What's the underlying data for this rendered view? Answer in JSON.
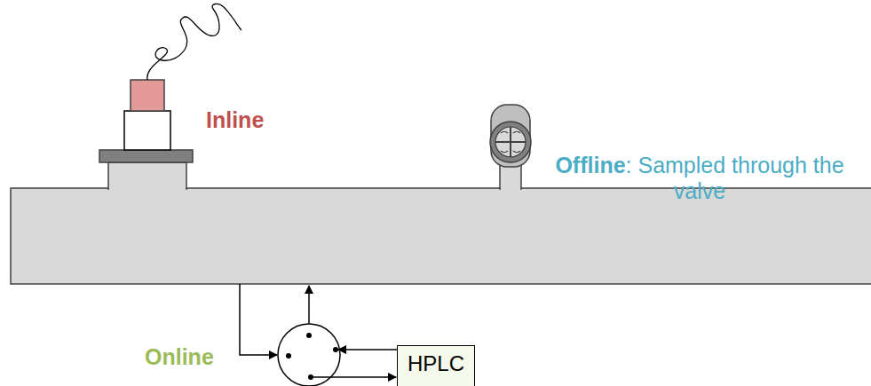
{
  "diagram": {
    "nodes": [
      {
        "text": [
          "HPLC"
        ]
      }
    ],
    "edges": [],
    "labels": [
      "Inline",
      "Offline",
      ": Sampled through the valve",
      "Online"
    ]
  }
}
